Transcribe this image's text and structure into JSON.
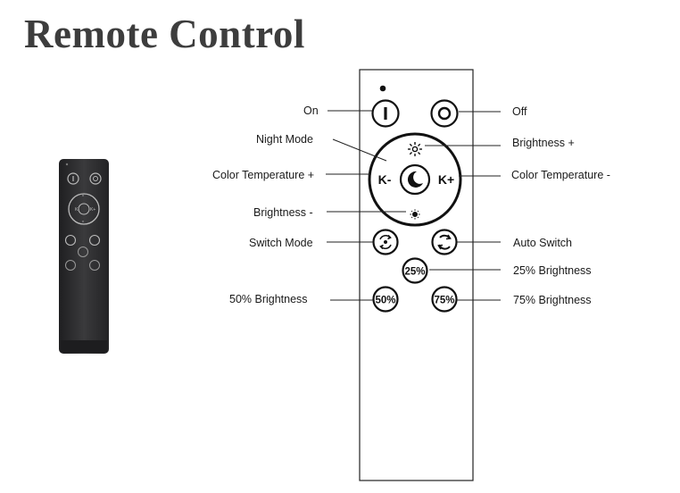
{
  "title": "Remote Control",
  "colors": {
    "remote_body": "#ffffff",
    "outline": "#111111",
    "photo_remote": "#2e2e30",
    "title": "#3d3d3d"
  },
  "buttons": {
    "k_minus": "K-",
    "k_plus": "K+",
    "b25": "25%",
    "b50": "50%",
    "b75": "75%"
  },
  "callouts": {
    "on": "On",
    "off": "Off",
    "night_mode": "Night Mode",
    "brightness_plus": "Brightness +",
    "color_temp_plus": "Color Temperature +",
    "color_temp_minus": "Color Temperature -",
    "brightness_minus": "Brightness -",
    "switch_mode": "Switch Mode",
    "auto_switch": "Auto Switch",
    "b25": "25% Brightness",
    "b50": "50% Brightness",
    "b75": "75% Brightness"
  },
  "icons": {
    "on": "power-on-icon",
    "off": "power-off-icon",
    "night": "crescent-moon-icon",
    "brightness_up": "sun-large-icon",
    "brightness_down": "sun-small-icon",
    "switch_mode": "cycle-arrows-icon",
    "auto_switch": "circular-arrows-icon",
    "indicator": "led-dot-icon"
  }
}
